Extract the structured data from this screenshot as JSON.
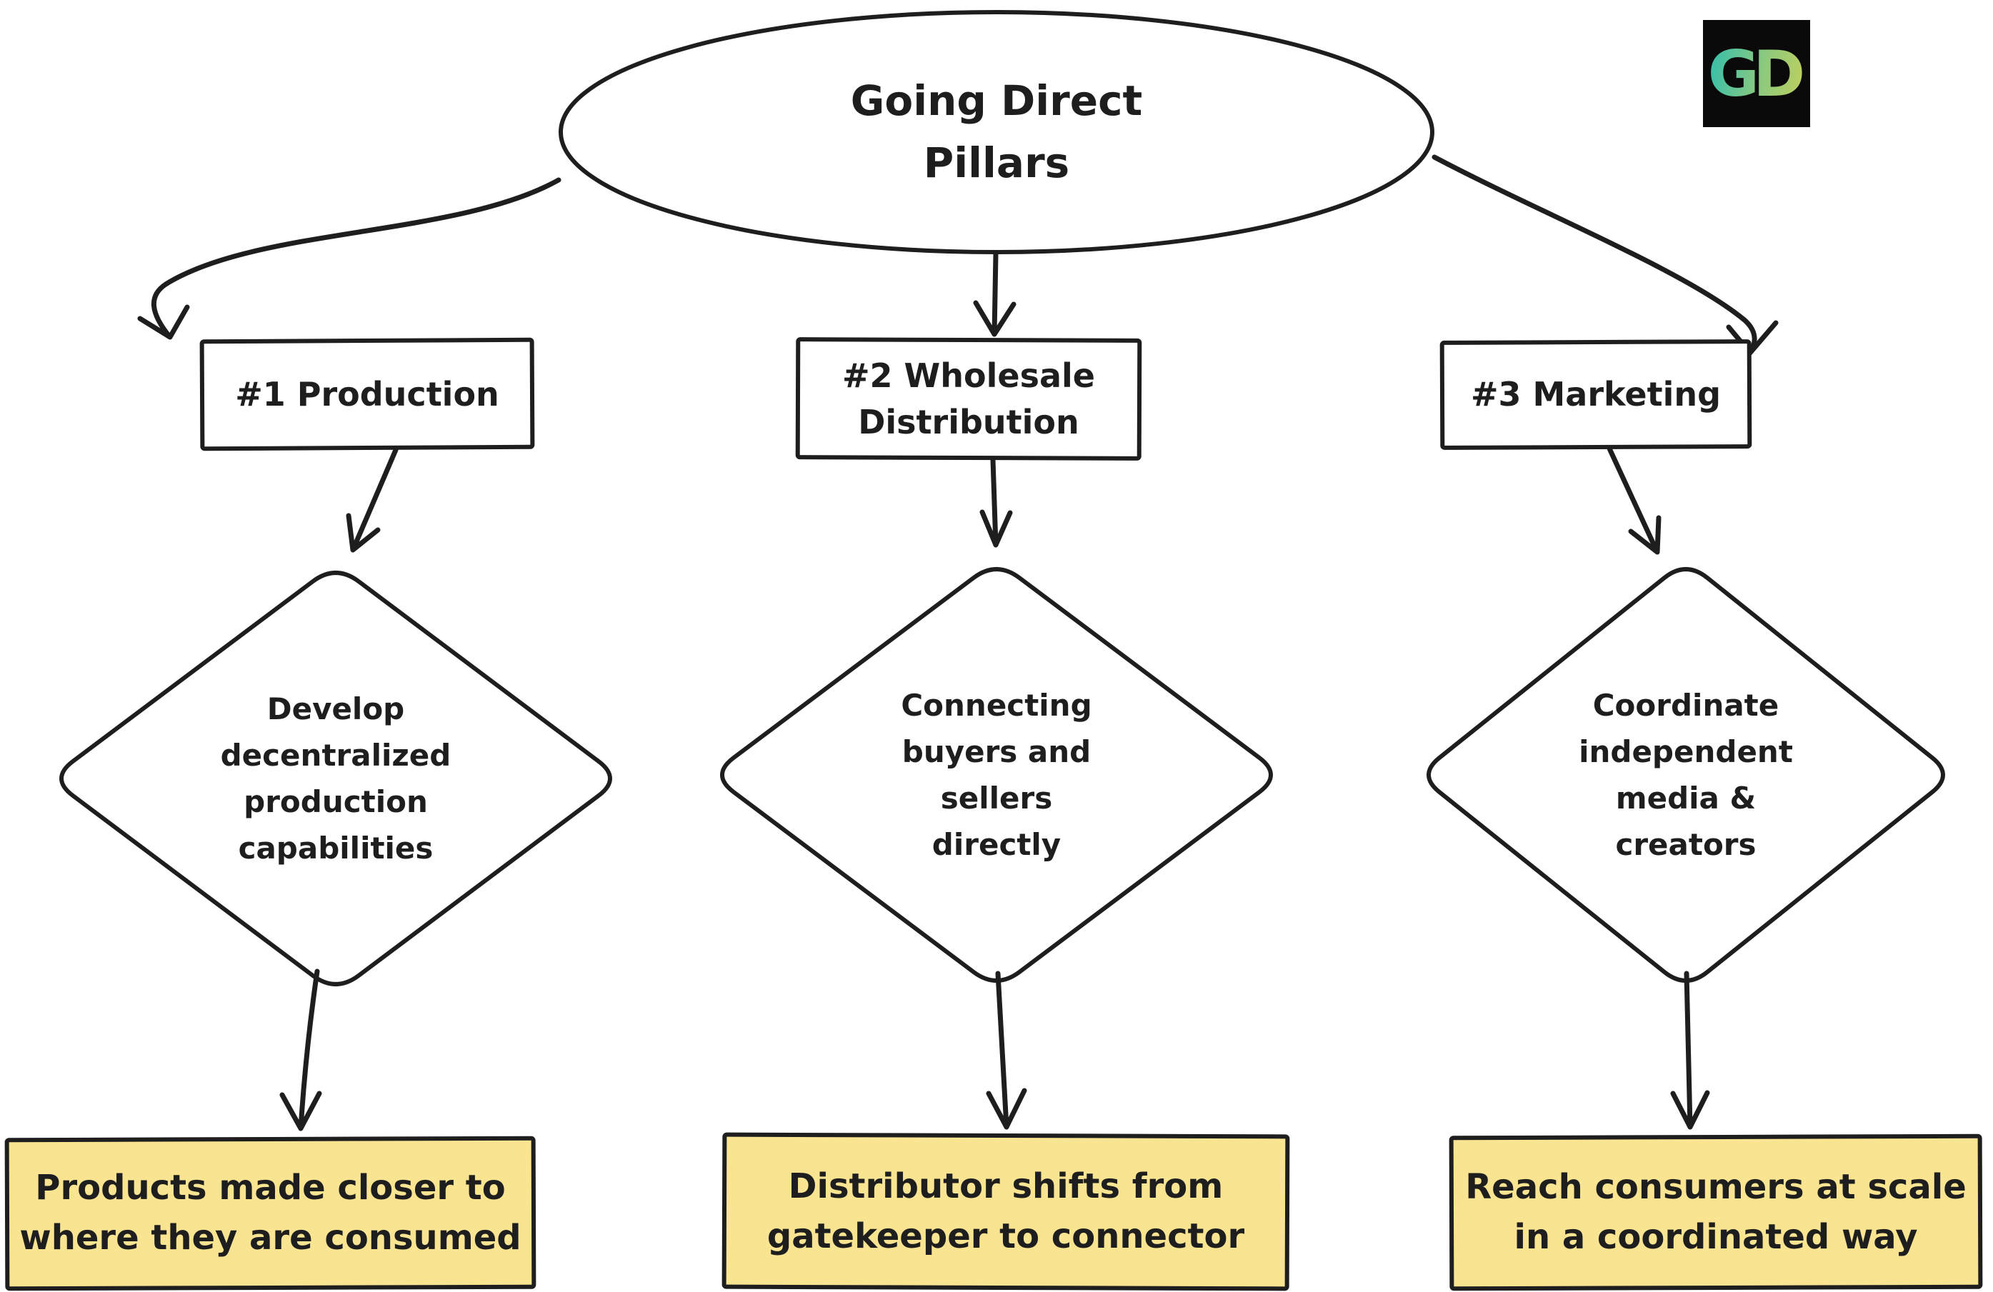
{
  "diagram": {
    "title": "Going Direct\nPillars",
    "logo": {
      "text": "GD"
    },
    "pillars": [
      {
        "box": "#1 Production",
        "diamond": "Develop\ndecentralized\nproduction\ncapabilities",
        "outcome": "Products made closer to\nwhere they are consumed"
      },
      {
        "box": "#2 Wholesale\nDistribution",
        "diamond": "Connecting\nbuyers and\nsellers\ndirectly",
        "outcome": "Distributor shifts from\ngatekeeper to connector"
      },
      {
        "box": "#3 Marketing",
        "diamond": "Coordinate\nindependent\nmedia &\ncreators",
        "outcome": "Reach consumers at scale\nin a coordinated way"
      }
    ],
    "colors": {
      "ink": "#1e1e1e",
      "node_fill": "#ffffff",
      "outcome_fill": "#f9e492",
      "background": "#ffffff",
      "logo_bg": "#0a0a0a",
      "logo_gradient_start": "#3fc0a6",
      "logo_gradient_end": "#bdd05f"
    }
  }
}
